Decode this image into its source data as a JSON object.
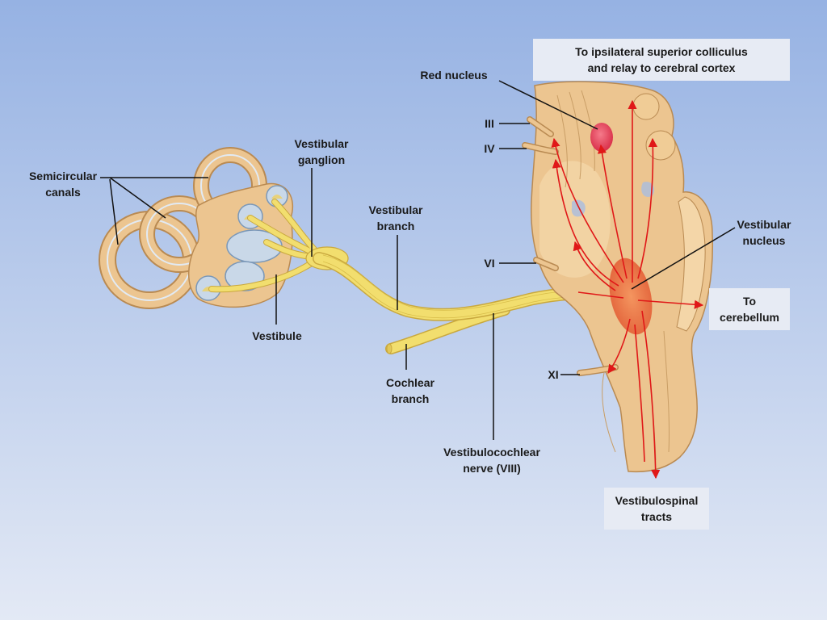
{
  "colors": {
    "background_top": "#96b2e3",
    "background_bottom": "#e3e9f5",
    "tissue": "#ecc590",
    "tissue_outline": "#b98a52",
    "nerve": "#f2de6e",
    "pathway_arrow": "#e01818",
    "red_nucleus": "#e8485e",
    "vestibular_nucleus": "#f0683a",
    "label_box": "#e7ebf4",
    "label_text": "#1a1a1a"
  },
  "labels": {
    "semicircular_canals": [
      "Semicircular",
      "canals"
    ],
    "vestibular_ganglion": [
      "Vestibular",
      "ganglion"
    ],
    "vestibular_branch": [
      "Vestibular",
      "branch"
    ],
    "red_nucleus": "Red nucleus",
    "nerve_iii": "III",
    "nerve_iv": "IV",
    "nerve_vi": "VI",
    "nerve_xi": "XI",
    "vestibule": "Vestibule",
    "cochlear_branch": [
      "Cochlear",
      "branch"
    ],
    "vestibulocochlear_nerve": [
      "Vestibulocochlear",
      "nerve (VIII)"
    ],
    "vestibular_nucleus": [
      "Vestibular",
      "nucleus"
    ],
    "to_superior_colliculus": [
      "To ipsilateral superior colliculus",
      "and relay to cerebral cortex"
    ],
    "to_cerebellum": [
      "To",
      "cerebellum"
    ],
    "vestibulospinal_tracts": [
      "Vestibulospinal",
      "tracts"
    ]
  }
}
